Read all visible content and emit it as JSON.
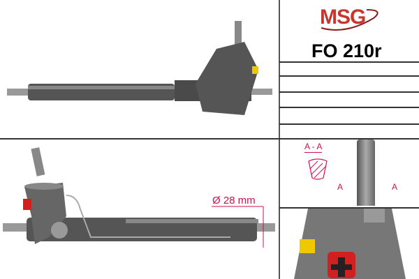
{
  "brand": {
    "logo_text": "MSG"
  },
  "product": {
    "code": "FO 210r"
  },
  "dimension": {
    "label": "Ø 28 mm"
  },
  "section": {
    "title": "A - A",
    "marker_left": "A",
    "marker_right": "A"
  },
  "colors": {
    "accent": "#d0104c",
    "logo_red": "#c8372d",
    "logo_gray": "#555555"
  }
}
